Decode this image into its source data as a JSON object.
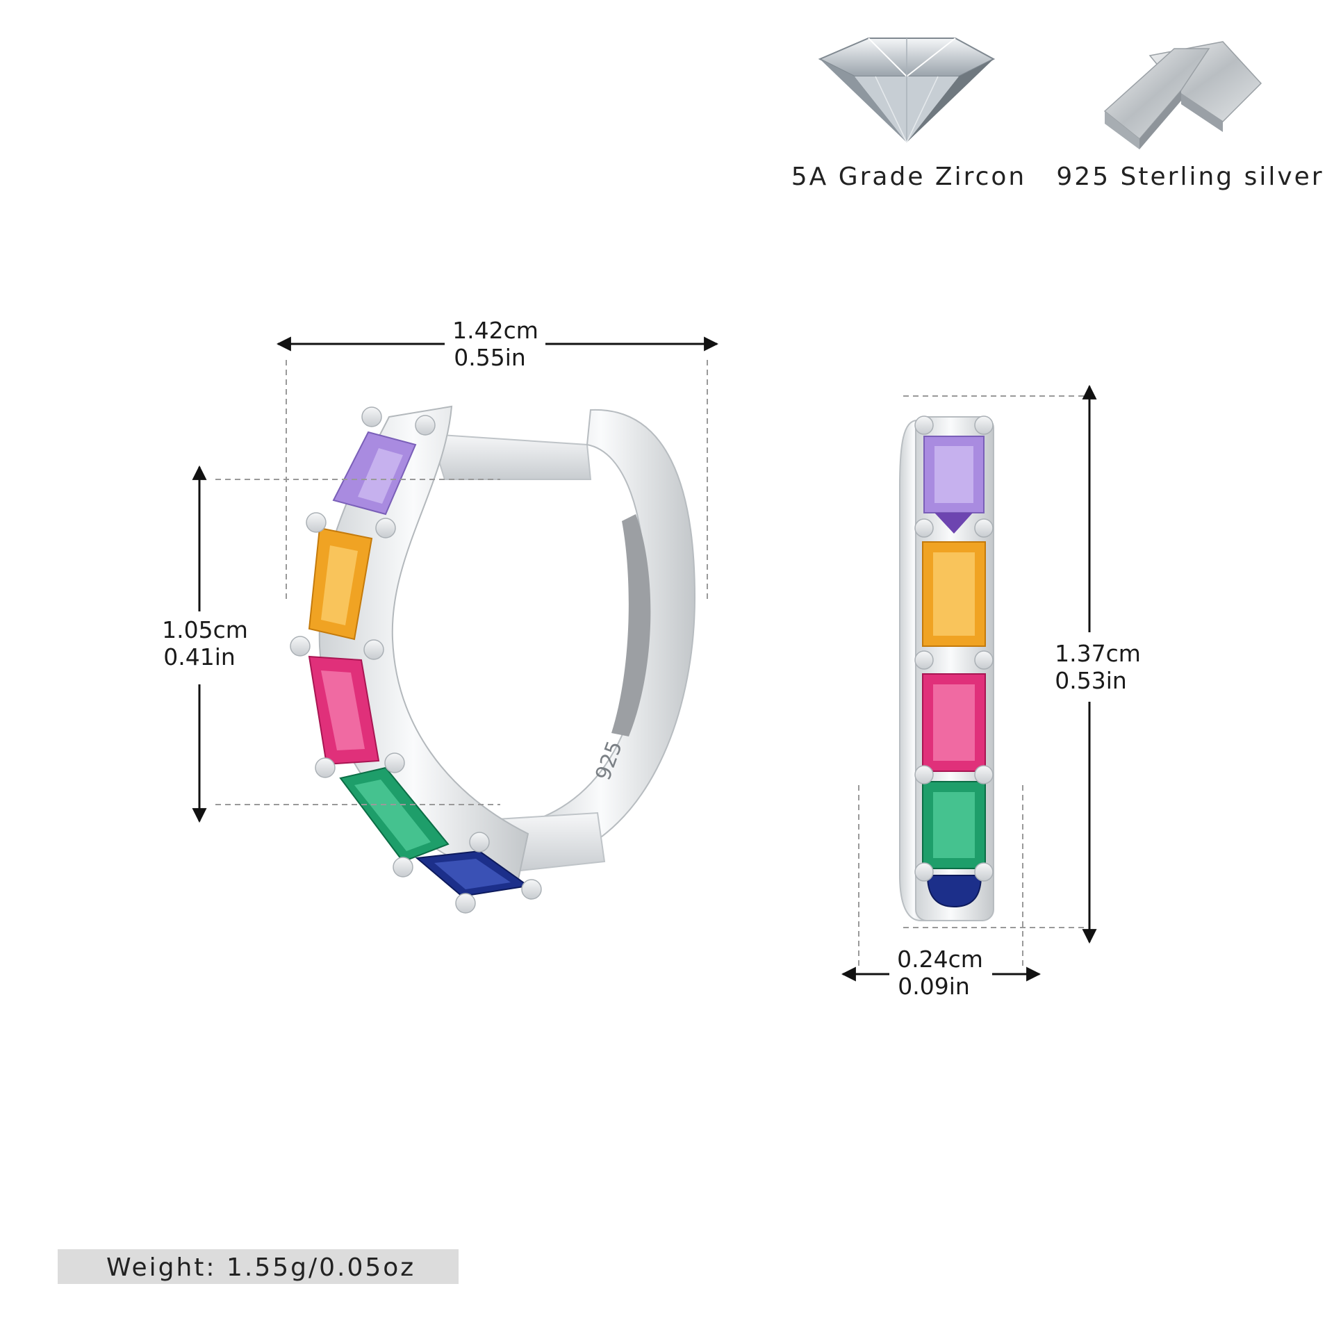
{
  "features": [
    {
      "icon": "zircon-diamond-icon",
      "label": "5A Grade Zircon"
    },
    {
      "icon": "silver-bars-icon",
      "label": "925 Sterling silver"
    }
  ],
  "dimensions": {
    "front_width": {
      "cm": "1.42cm",
      "in": "0.55in"
    },
    "front_inner_height": {
      "cm": "1.05cm",
      "in": "0.41in"
    },
    "side_height": {
      "cm": "1.37cm",
      "in": "0.53in"
    },
    "side_width": {
      "cm": "0.24cm",
      "in": "0.09in"
    }
  },
  "hallmark": "925",
  "weight": "Weight:  1.55g/0.05oz",
  "colors": {
    "amethyst": "#a98be0",
    "citrine": "#f0a323",
    "ruby": "#e0307a",
    "emerald": "#1e9e6a",
    "sapphire": "#1c2f8a",
    "silver": "#e6e8ea",
    "weight_bar": "#dcdcdc"
  }
}
